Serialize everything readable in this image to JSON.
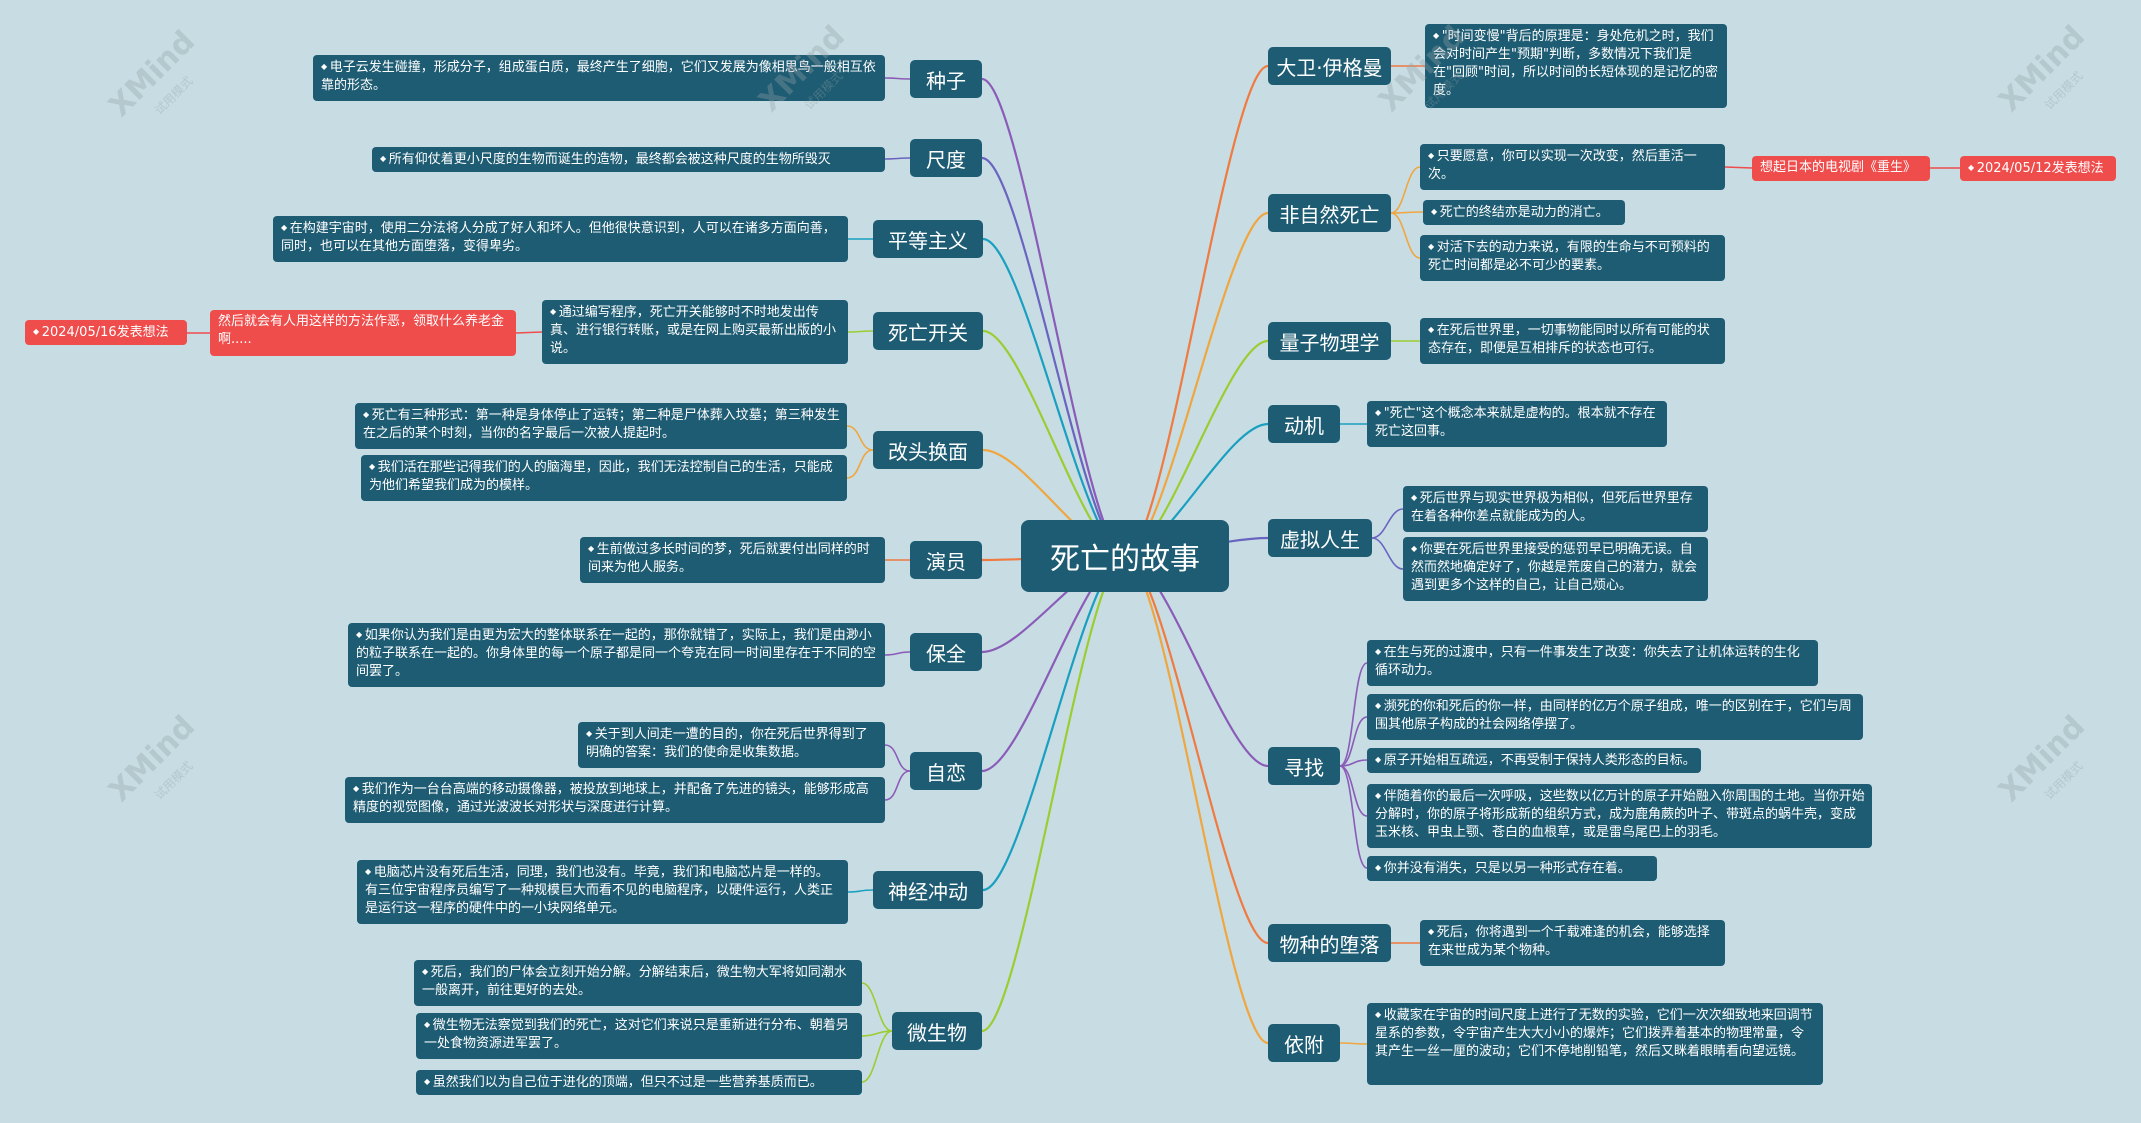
{
  "root": {
    "label": "死亡的故事"
  },
  "watermark": {
    "brand": "XMind",
    "sub": "试用模式"
  },
  "left_topics": [
    {
      "label": "种子",
      "notes": [
        "电子云发生碰撞，形成分子，组成蛋白质，最终产生了细胞，它们又发展为像相思鸟一般相互依靠的形态。"
      ]
    },
    {
      "label": "尺度",
      "notes": [
        "所有仰仗着更小尺度的生物而诞生的造物，最终都会被这种尺度的生物所毁灭"
      ]
    },
    {
      "label": "平等主义",
      "notes": [
        "在构建宇宙时，使用二分法将人分成了好人和坏人。但他很快意识到，人可以在诸多方面向善，同时，也可以在其他方面堕落，变得卑劣。"
      ]
    },
    {
      "label": "死亡开关",
      "notes": [
        "通过编写程序，死亡开关能够时不时地发出传真、进行银行转账，或是在网上购买最新出版的小说。"
      ],
      "comment": "然后就会有人用这样的方法作恶，领取什么养老金啊.....",
      "date": "2024/05/16发表想法"
    },
    {
      "label": "改头换面",
      "notes": [
        "死亡有三种形式：第一种是身体停止了运转；第二种是尸体葬入坟墓；第三种发生在之后的某个时刻，当你的名字最后一次被人提起时。",
        "我们活在那些记得我们的人的脑海里，因此，我们无法控制自己的生活，只能成为他们希望我们成为的模样。"
      ]
    },
    {
      "label": "演员",
      "notes": [
        "生前做过多长时间的梦，死后就要付出同样的时间来为他人服务。"
      ]
    },
    {
      "label": "保全",
      "notes": [
        "如果你认为我们是由更为宏大的整体联系在一起的，那你就错了，实际上，我们是由渺小的粒子联系在一起的。你身体里的每一个原子都是同一个夸克在同一时间里存在于不同的空间罢了。"
      ]
    },
    {
      "label": "自恋",
      "notes": [
        "关于到人间走一遭的目的，你在死后世界得到了明确的答案：我们的使命是收集数据。",
        "我们作为一台台高端的移动摄像器，被投放到地球上，并配备了先进的镜头，能够形成高精度的视觉图像，通过光波波长对形状与深度进行计算。"
      ]
    },
    {
      "label": "神经冲动",
      "notes": [
        "电脑芯片没有死后生活，同理，我们也没有。毕竟，我们和电脑芯片是一样的。有三位宇宙程序员编写了一种规模巨大而看不见的电脑程序，以硬件运行，人类正是运行这一程序的硬件中的一小块网络单元。"
      ]
    },
    {
      "label": "微生物",
      "notes": [
        "死后，我们的尸体会立刻开始分解。分解结束后，微生物大军将如同潮水一般离开，前往更好的去处。",
        "微生物无法察觉到我们的死亡，这对它们来说只是重新进行分布、朝着另一处食物资源进军罢了。",
        "虽然我们以为自己位于进化的顶端，但只不过是一些营养基质而已。"
      ]
    }
  ],
  "right_topics": [
    {
      "label": "大卫·伊格曼",
      "notes": [
        "\"时间变慢\"背后的原理是：身处危机之时，我们会对时间产生\"预期\"判断，多数情况下我们是在\"回顾\"时间，所以时间的长短体现的是记忆的密度。"
      ]
    },
    {
      "label": "非自然死亡",
      "notes": [
        "只要愿意，你可以实现一次改变，然后重活一次。",
        "死亡的终结亦是动力的消亡。",
        "对活下去的动力来说，有限的生命与不可预料的死亡时间都是必不可少的要素。"
      ],
      "comment": "想起日本的电视剧《重生》",
      "date": "2024/05/12发表想法"
    },
    {
      "label": "量子物理学",
      "notes": [
        "在死后世界里，一切事物能同时以所有可能的状态存在，即便是互相排斥的状态也可行。"
      ]
    },
    {
      "label": "动机",
      "notes": [
        "\"死亡\"这个概念本来就是虚构的。根本就不存在死亡这回事。"
      ]
    },
    {
      "label": "虚拟人生",
      "notes": [
        "死后世界与现实世界极为相似，但死后世界里存在着各种你差点就能成为的人。",
        "你要在死后世界里接受的惩罚早已明确无误。自然而然地确定好了，你越是荒废自己的潜力，就会遇到更多个这样的自己，让自己烦心。"
      ]
    },
    {
      "label": "寻找",
      "notes": [
        "在生与死的过渡中，只有一件事发生了改变：你失去了让机体运转的生化循环动力。",
        "濒死的你和死后的你一样，由同样的亿万个原子组成，唯一的区别在于，它们与周围其他原子构成的社会网络停摆了。",
        "原子开始相互疏远，不再受制于保持人类形态的目标。",
        "伴随着你的最后一次呼吸，这些数以亿万计的原子开始融入你周围的土地。当你开始分解时，你的原子将形成新的组织方式，成为鹿角蕨的叶子、带斑点的蜗牛壳，变成玉米核、甲虫上颚、苍白的血根草，或是雷鸟尾巴上的羽毛。",
        "你并没有消失，只是以另一种形式存在着。"
      ]
    },
    {
      "label": "物种的堕落",
      "notes": [
        "死后，你将遇到一个千载难逢的机会，能够选择在来世成为某个物种。"
      ]
    },
    {
      "label": "依附",
      "notes": [
        "收藏家在宇宙的时间尺度上进行了无数的实验，它们一次次细致地来回调节星系的参数，令宇宙产生大大小小的爆炸；它们拨弄着基本的物理常量，令其产生一丝一厘的波动；它们不停地削铅笔，然后又眯着眼睛看向望远镜。"
      ]
    }
  ],
  "colors": {
    "background": "#c7dde3",
    "node": "#1e5c73",
    "highlight": "#ef4c4c",
    "branches": [
      "#8a5cb8",
      "#6a64c0",
      "#1a9fc0",
      "#9acd32",
      "#f0a640",
      "#f07a40",
      "#8a5cb8",
      "#8a5cb8",
      "#1a9fc0",
      "#9acd32",
      "#f07a40",
      "#f0a640",
      "#9acd32",
      "#1a9fc0",
      "#6a64c0",
      "#8a5cb8",
      "#f07a40",
      "#f0a640"
    ]
  }
}
